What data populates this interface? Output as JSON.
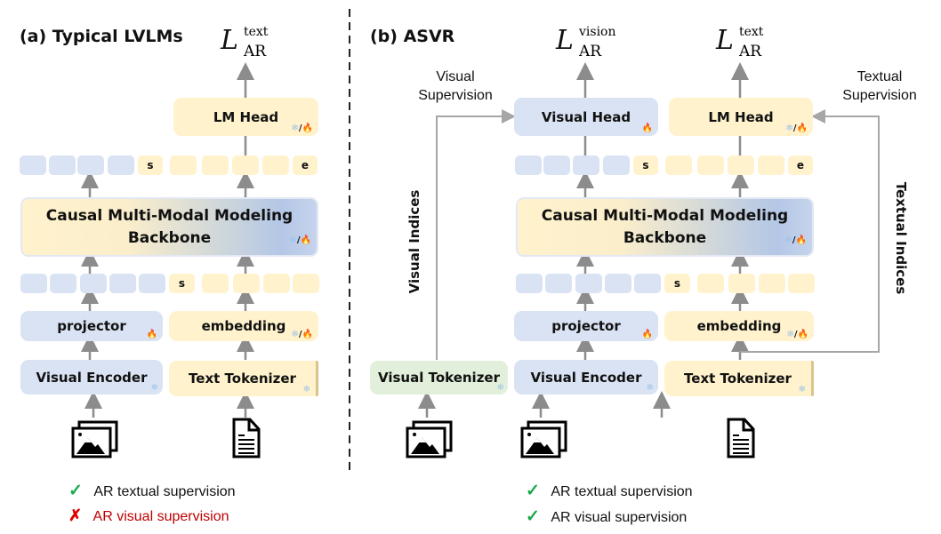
{
  "panel_a": {
    "title": "(a)  Typical LVLMs",
    "loss": {
      "symbol": "L",
      "superscript": "text",
      "subscript": "AR"
    },
    "lm_head": {
      "label": "LM Head",
      "status": "frozen/trainable"
    },
    "output_tokens": {
      "visual_count": 4,
      "text_tokens": [
        "s",
        "",
        "",
        "",
        "",
        "e"
      ]
    },
    "backbone": {
      "line1": "Causal Multi-Modal Modeling",
      "line2": "Backbone",
      "status": "frozen/trainable"
    },
    "input_tokens": {
      "visual_count": 5,
      "text_tokens": [
        "s",
        "",
        "",
        "",
        ""
      ]
    },
    "projector": {
      "label": "projector",
      "status": "trainable"
    },
    "embedding": {
      "label": "embedding",
      "status": "frozen/trainable"
    },
    "visual_encoder": {
      "label": "Visual Encoder",
      "status": "frozen"
    },
    "text_tokenizer": {
      "label": "Text Tokenizer",
      "status": "frozen"
    },
    "inputs": [
      "image-icon",
      "document-icon"
    ],
    "legend": [
      {
        "mark": "✓",
        "text": "AR textual supervision",
        "ok": true
      },
      {
        "mark": "✗",
        "text": "AR visual supervision",
        "ok": false
      }
    ]
  },
  "panel_b": {
    "title": "(b)  ASVR",
    "loss_vision": {
      "symbol": "L",
      "superscript": "vision",
      "subscript": "AR"
    },
    "loss_text": {
      "symbol": "L",
      "superscript": "text",
      "subscript": "AR"
    },
    "visual_supervision_label": [
      "Visual",
      "Supervision"
    ],
    "textual_supervision_label": [
      "Textual",
      "Supervision"
    ],
    "visual_indices_label": "Visual Indices",
    "textual_indices_label": "Textual Indices",
    "visual_head": {
      "label": "Visual Head",
      "status": "trainable"
    },
    "lm_head": {
      "label": "LM Head",
      "status": "frozen/trainable"
    },
    "output_tokens": {
      "visual_count": 4,
      "text_tokens": [
        "s",
        "",
        "",
        "",
        "",
        "e"
      ]
    },
    "backbone": {
      "line1": "Causal Multi-Modal Modeling",
      "line2": "Backbone",
      "status": "frozen/trainable"
    },
    "input_tokens": {
      "visual_count": 5,
      "text_tokens": [
        "s",
        "",
        "",
        "",
        ""
      ]
    },
    "projector": {
      "label": "projector",
      "status": "trainable"
    },
    "embedding": {
      "label": "embedding",
      "status": "frozen/trainable"
    },
    "visual_tokenizer": {
      "label": "Visual Tokenizer",
      "status": "frozen"
    },
    "visual_encoder": {
      "label": "Visual Encoder",
      "status": "frozen"
    },
    "text_tokenizer": {
      "label": "Text Tokenizer",
      "status": "frozen"
    },
    "inputs": [
      "image-icon",
      "image-icon",
      "document-icon"
    ],
    "legend": [
      {
        "mark": "✓",
        "text": "AR textual supervision",
        "ok": true
      },
      {
        "mark": "✓",
        "text": "AR visual supervision",
        "ok": true
      }
    ]
  },
  "icons": {
    "frozen": "❄",
    "trainable": "🔥",
    "separator": "/"
  },
  "colors": {
    "visual_block": "#dae3f3",
    "text_block": "#fff2cc",
    "tokenizer_block": "#e2efda",
    "check": "#19a84a",
    "cross": "#e00000",
    "arrow": "#8c8c8c"
  }
}
